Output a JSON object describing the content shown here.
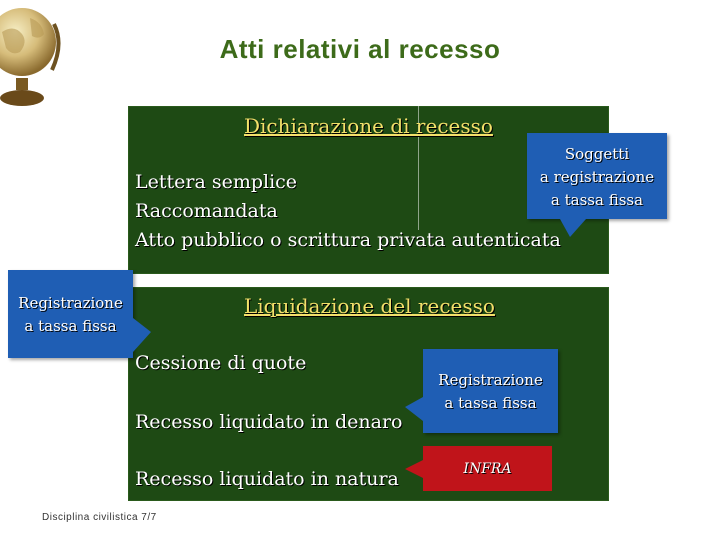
{
  "slide": {
    "title": "Atti relativi al recesso",
    "footer": "Disciplina civilistica 7/7"
  },
  "top_panel": {
    "heading": "Dichiarazione di recesso",
    "items": [
      "Lettera semplice",
      "Raccomandata",
      "Atto pubblico o scrittura privata autenticata"
    ]
  },
  "bottom_panel": {
    "heading": "Liquidazione del recesso",
    "items": [
      "Cessione di quote",
      "Recesso liquidato in denaro",
      "Recesso liquidato in natura"
    ]
  },
  "callouts": {
    "soggetti_lines": [
      "Soggetti",
      "a registrazione",
      "a tassa fissa"
    ],
    "left_lines": [
      "Registrazione",
      "a tassa fissa"
    ],
    "mid_lines": [
      "Registrazione",
      "a tassa fissa"
    ],
    "infra": "INFRA"
  },
  "colors": {
    "title": "#3d6b1a",
    "panel": "#1e4a14",
    "heading": "#f2e06a",
    "callout": "#1f5eb4",
    "infra": "#c0141a"
  },
  "icons": {
    "globe": "globe-icon"
  }
}
